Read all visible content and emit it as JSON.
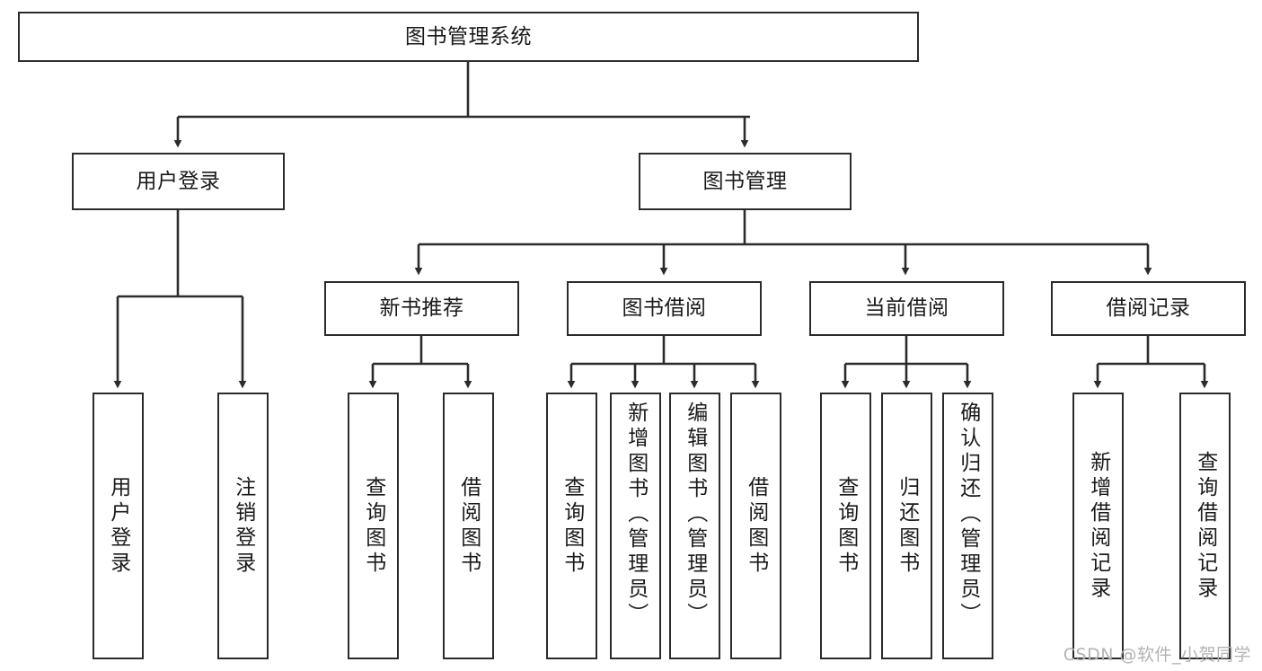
{
  "diagram": {
    "type": "tree-flowchart",
    "title": "图书管理系统",
    "colors": {
      "node_border": "#2b2b2b",
      "node_fill": "#ffffff",
      "edge": "#2b2b2b",
      "text": "#1a1a1a",
      "watermark": "#b3b3b3",
      "background": "#ffffff"
    },
    "nodes": {
      "root": {
        "label": "图书管理系统"
      },
      "level2": [
        {
          "id": "user-login",
          "label": "用户登录"
        },
        {
          "id": "book-manage",
          "label": "图书管理"
        }
      ],
      "level3": [
        {
          "id": "new-book-recommend",
          "label": "新书推荐"
        },
        {
          "id": "book-borrow",
          "label": "图书借阅"
        },
        {
          "id": "current-borrow",
          "label": "当前借阅"
        },
        {
          "id": "borrow-record",
          "label": "借阅记录"
        }
      ],
      "leaves": [
        {
          "id": "leaf-user-login",
          "label": "用户登录",
          "parent": "user-login"
        },
        {
          "id": "leaf-user-logout",
          "label": "注销登录",
          "parent": "user-login"
        },
        {
          "id": "leaf-query-book-1",
          "label": "查询图书",
          "parent": "new-book-recommend"
        },
        {
          "id": "leaf-borrow-book-1",
          "label": "借阅图书",
          "parent": "new-book-recommend"
        },
        {
          "id": "leaf-query-book-2",
          "label": "查询图书",
          "parent": "book-borrow"
        },
        {
          "id": "leaf-add-book",
          "label": "新增图书（管理员）",
          "parent": "book-borrow"
        },
        {
          "id": "leaf-edit-book",
          "label": "编辑图书（管理员）",
          "parent": "book-borrow"
        },
        {
          "id": "leaf-borrow-book-2",
          "label": "借阅图书",
          "parent": "book-borrow"
        },
        {
          "id": "leaf-query-book-3",
          "label": "查询图书",
          "parent": "current-borrow"
        },
        {
          "id": "leaf-return-book",
          "label": "归还图书",
          "parent": "current-borrow"
        },
        {
          "id": "leaf-confirm-return",
          "label": "确认归还（管理员）",
          "parent": "current-borrow"
        },
        {
          "id": "leaf-add-record",
          "label": "新增借阅记录",
          "parent": "borrow-record"
        },
        {
          "id": "leaf-query-record",
          "label": "查询借阅记录",
          "parent": "borrow-record"
        }
      ]
    },
    "watermark": "CSDN @软件_小贺同学"
  }
}
